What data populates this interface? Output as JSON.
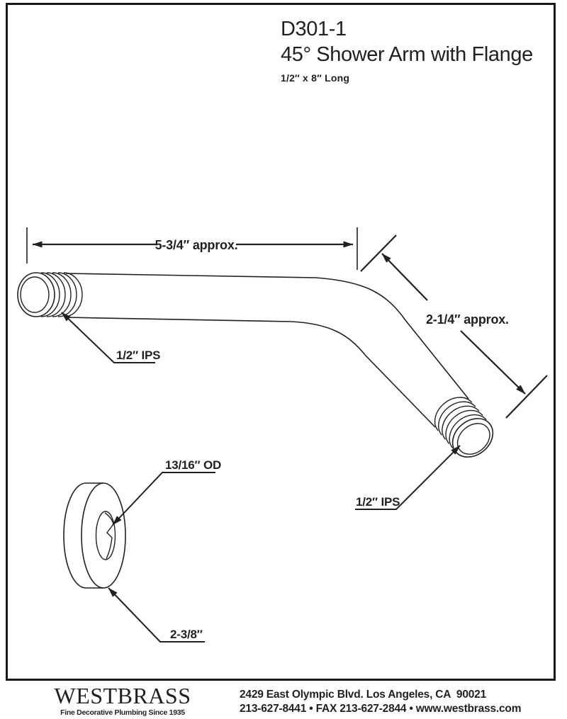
{
  "title": {
    "model": "D301-1",
    "name": "45° Shower Arm with Flange",
    "size": "1/2″ x 8″ Long"
  },
  "diagram": {
    "labels": {
      "horizontal_dim": "5-3/4″ approx.",
      "diagonal_dim": "2-1/4″ approx.",
      "inlet_thread": "1/2″ IPS",
      "outlet_thread": "1/2″ IPS",
      "flange_od": "13/16″ OD",
      "flange_diameter": "2-3/8″"
    }
  },
  "footer": {
    "brand": "WESTBRASS",
    "tagline": "Fine Decorative Plumbing Since 1935",
    "address": "2429 East Olympic Blvd. Los Angeles, CA  90021",
    "contact": "213-627-8441 • FAX 213-627-2844 • www.westbrass.com"
  },
  "colors": {
    "ink": "#231f20",
    "background": "#ffffff"
  }
}
